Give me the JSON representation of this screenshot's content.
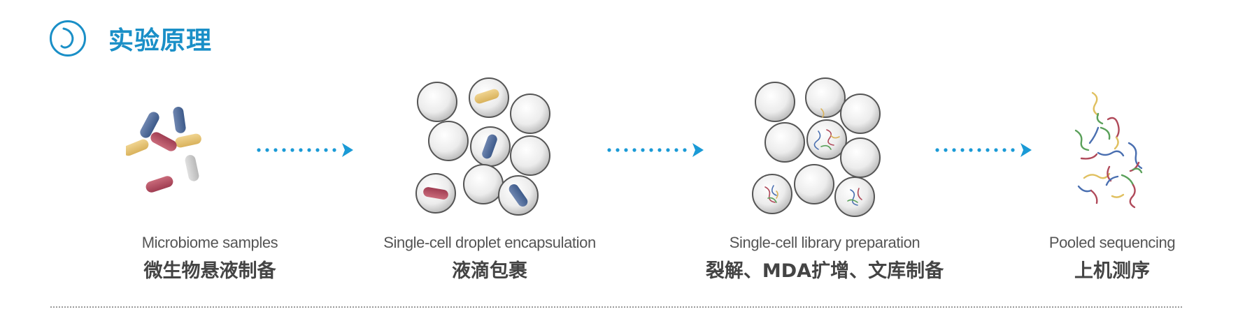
{
  "header": {
    "title": "实验原理",
    "icon": "circular-logo-icon"
  },
  "accent_color": "#1a8fc7",
  "steps": [
    {
      "en": "Microbiome samples",
      "zh": "微生物悬液制备",
      "icon": "bacteria-icon"
    },
    {
      "en": "Single-cell droplet encapsulation",
      "zh": "液滴包裹",
      "icon": "droplet-icon"
    },
    {
      "en": "Single-cell library preparation",
      "zh": "裂解、MDA扩增、文库制备",
      "icon": "library-droplet-icon"
    },
    {
      "en": "Pooled sequencing",
      "zh": "上机测序",
      "icon": "dna-fragments-icon"
    }
  ]
}
